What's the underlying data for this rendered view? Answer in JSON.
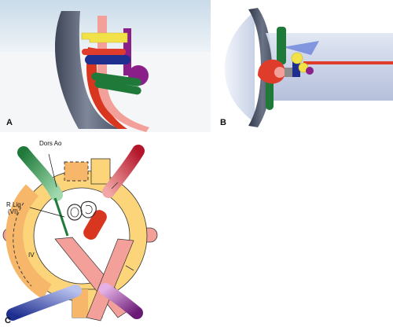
{
  "panels": {
    "a": {
      "letter": "A"
    },
    "b": {
      "letter": "B"
    },
    "c": {
      "letter": "C",
      "labels": {
        "dors_ao": "Dors Ao",
        "r_lig_line1": "R Lig",
        "r_lig_line2": "(VI)",
        "arch_iv": "IV"
      }
    }
  },
  "colors": {
    "sky_blue": "#d6e4ee",
    "wall_gray": "#5d6678",
    "tube_blue": "#c9d3e8",
    "salmon": "#f4a09a",
    "red": "#e03c2c",
    "green": "#1f7a3a",
    "yellow": "#f2e24a",
    "purple": "#8a1f8a",
    "navy": "#1f2f8f",
    "ring_yellow": "#fcd57a",
    "ring_orange": "#f6b76a"
  }
}
